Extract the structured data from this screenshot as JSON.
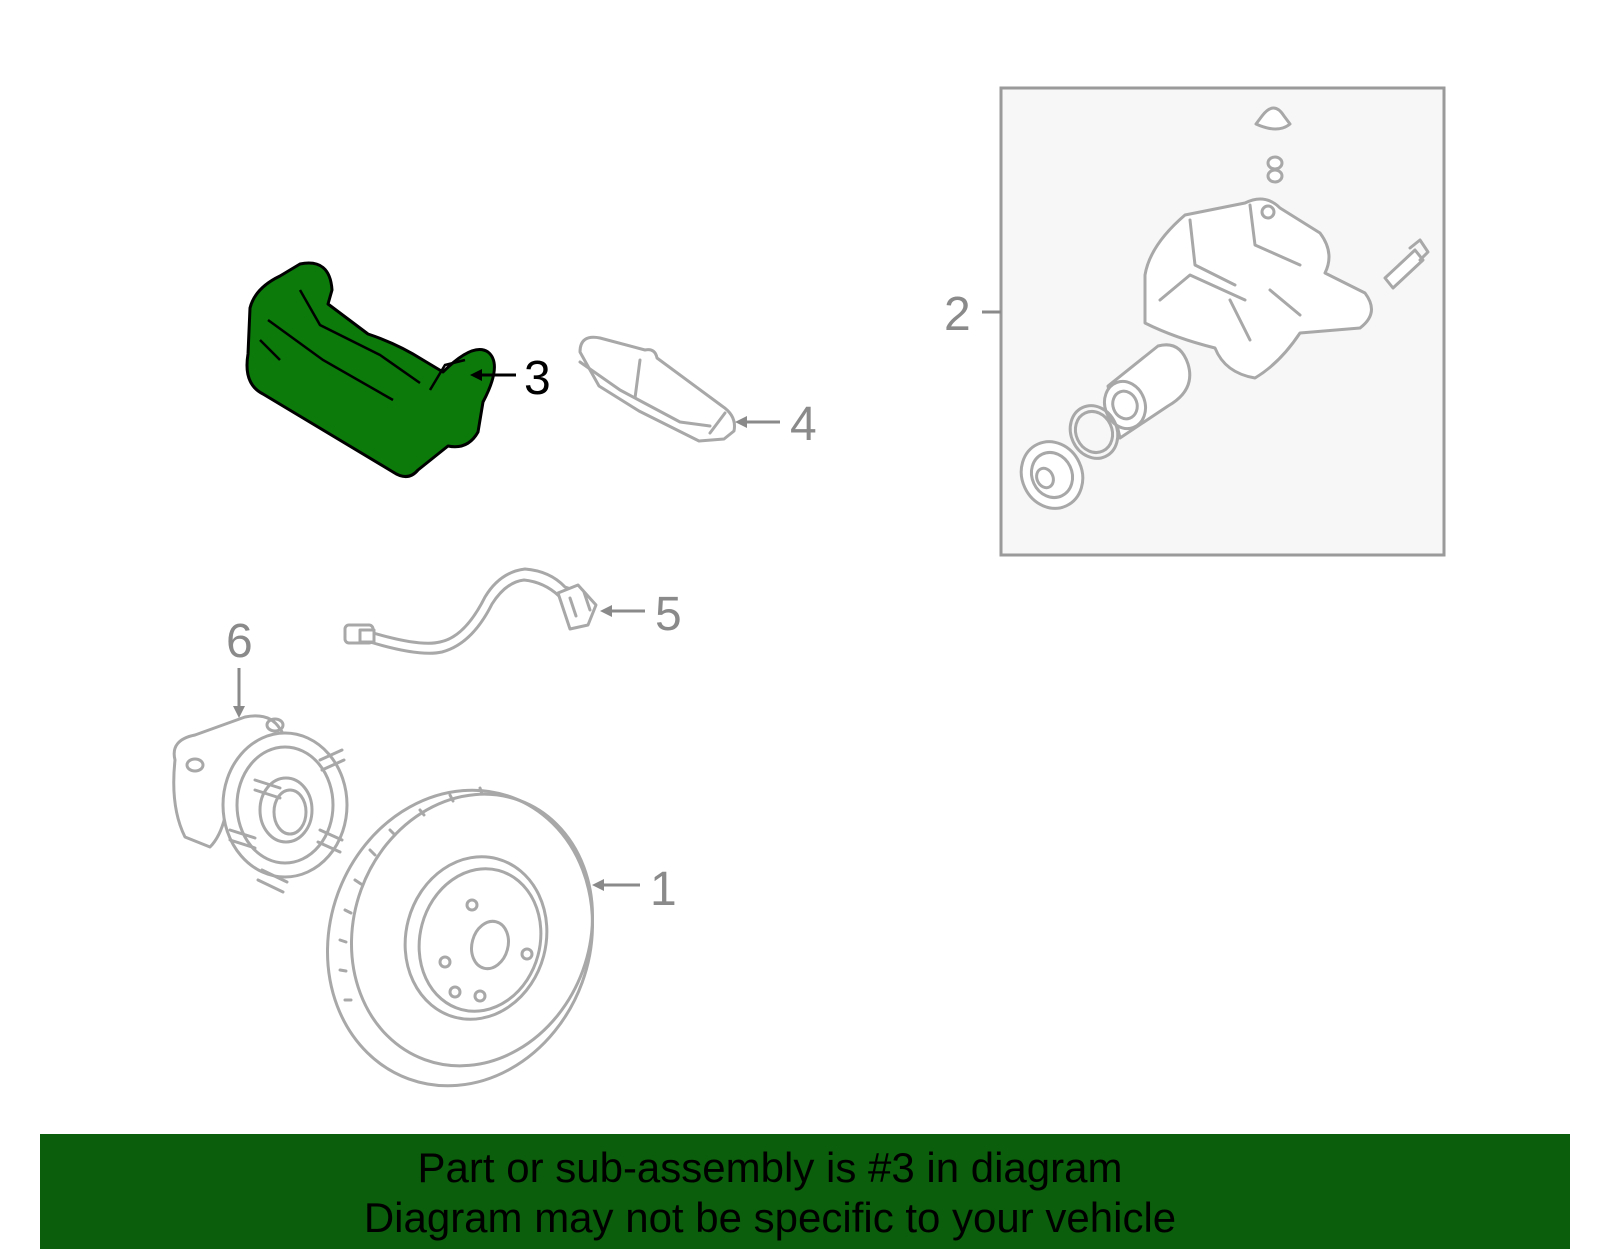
{
  "callouts": {
    "c1": "1",
    "c2": "2",
    "c3": "3",
    "c4": "4",
    "c5": "5",
    "c6": "6"
  },
  "selected_callout": "3",
  "colors": {
    "highlight": "#0b7a0b",
    "banner": "#0b5e0b",
    "line": "#a8a8a8"
  },
  "banner": {
    "line1": "Part or sub-assembly is #3 in diagram",
    "line2": "Diagram may not be specific to your vehicle"
  }
}
